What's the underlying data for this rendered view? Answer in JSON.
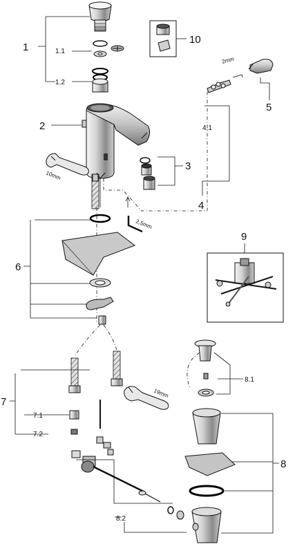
{
  "labels": {
    "p1": "1",
    "p1_1": "1.1",
    "p1_2": "1.2",
    "p2": "2",
    "p3": "3",
    "p4": "4",
    "p4_1": "4.1",
    "p5": "5",
    "p6": "6",
    "p7": "7",
    "p7_1": "7.1",
    "p7_2": "7.2",
    "p8": "8",
    "p8_1": "8.1",
    "p8_2": "8.2",
    "p9": "9",
    "p10": "10"
  },
  "tools": {
    "wrench_10": "10mm",
    "hex_2mm": "2mm",
    "hex_2_5mm": "2,5mm",
    "wrench_19": "19mm"
  },
  "colors": {
    "ink": "#111111",
    "metal_light": "#e6e6e6",
    "metal_mid": "#b9b9b9",
    "metal_dark": "#6f6f6f",
    "oring": "#000000"
  }
}
